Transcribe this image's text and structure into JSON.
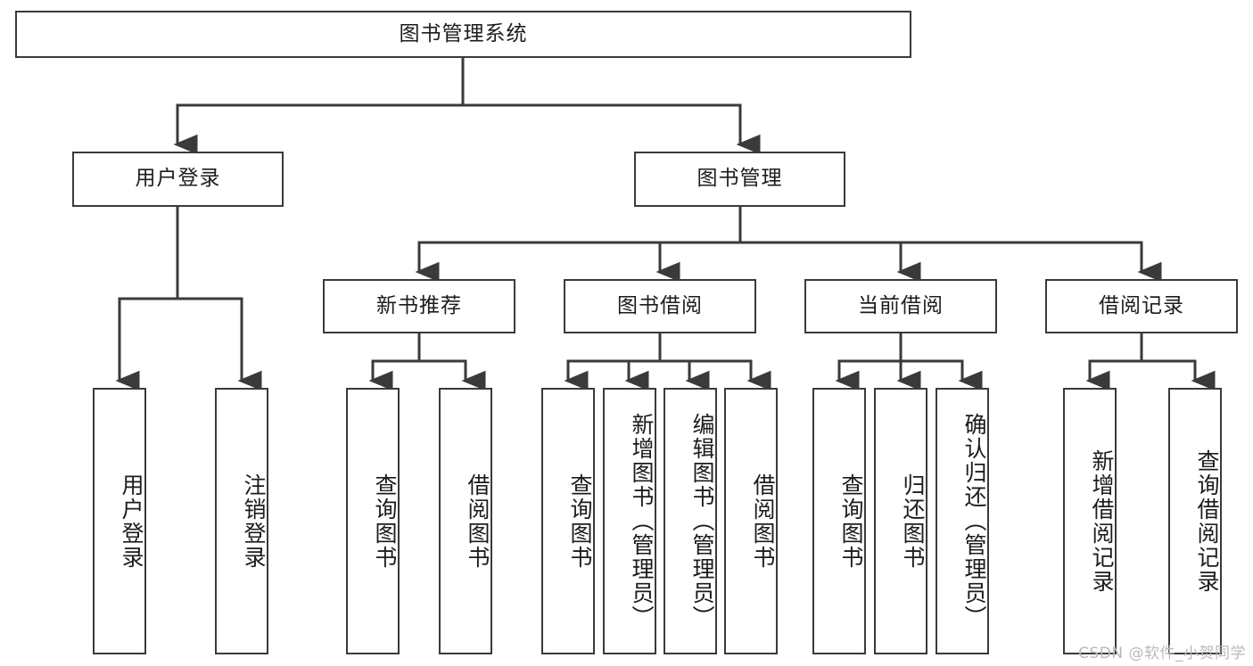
{
  "diagram": {
    "title": "图书管理系统",
    "type": "tree-structure-chart",
    "stroke_color": "#3a3a3a",
    "background_color": "#ffffff",
    "text_color": "#1c1c1c"
  },
  "nodes": {
    "root": {
      "label": "图书管理系统"
    },
    "level2": [
      {
        "label": "用户登录"
      },
      {
        "label": "图书管理"
      }
    ],
    "level3": [
      {
        "label": "新书推荐"
      },
      {
        "label": "图书借阅"
      },
      {
        "label": "当前借阅"
      },
      {
        "label": "借阅记录"
      }
    ],
    "leaves": [
      {
        "label": "用户登录"
      },
      {
        "label": "注销登录"
      },
      {
        "label": "查询图书"
      },
      {
        "label": "借阅图书"
      },
      {
        "label": "查询图书"
      },
      {
        "label": "新增图书（管理员）"
      },
      {
        "label": "编辑图书（管理员）"
      },
      {
        "label": "借阅图书"
      },
      {
        "label": "查询图书"
      },
      {
        "label": "归还图书"
      },
      {
        "label": "确认归还（管理员）"
      },
      {
        "label": "新增借阅记录"
      },
      {
        "label": "查询借阅记录"
      }
    ]
  },
  "watermark": {
    "text": "CSDN @软件_小贺同学"
  }
}
